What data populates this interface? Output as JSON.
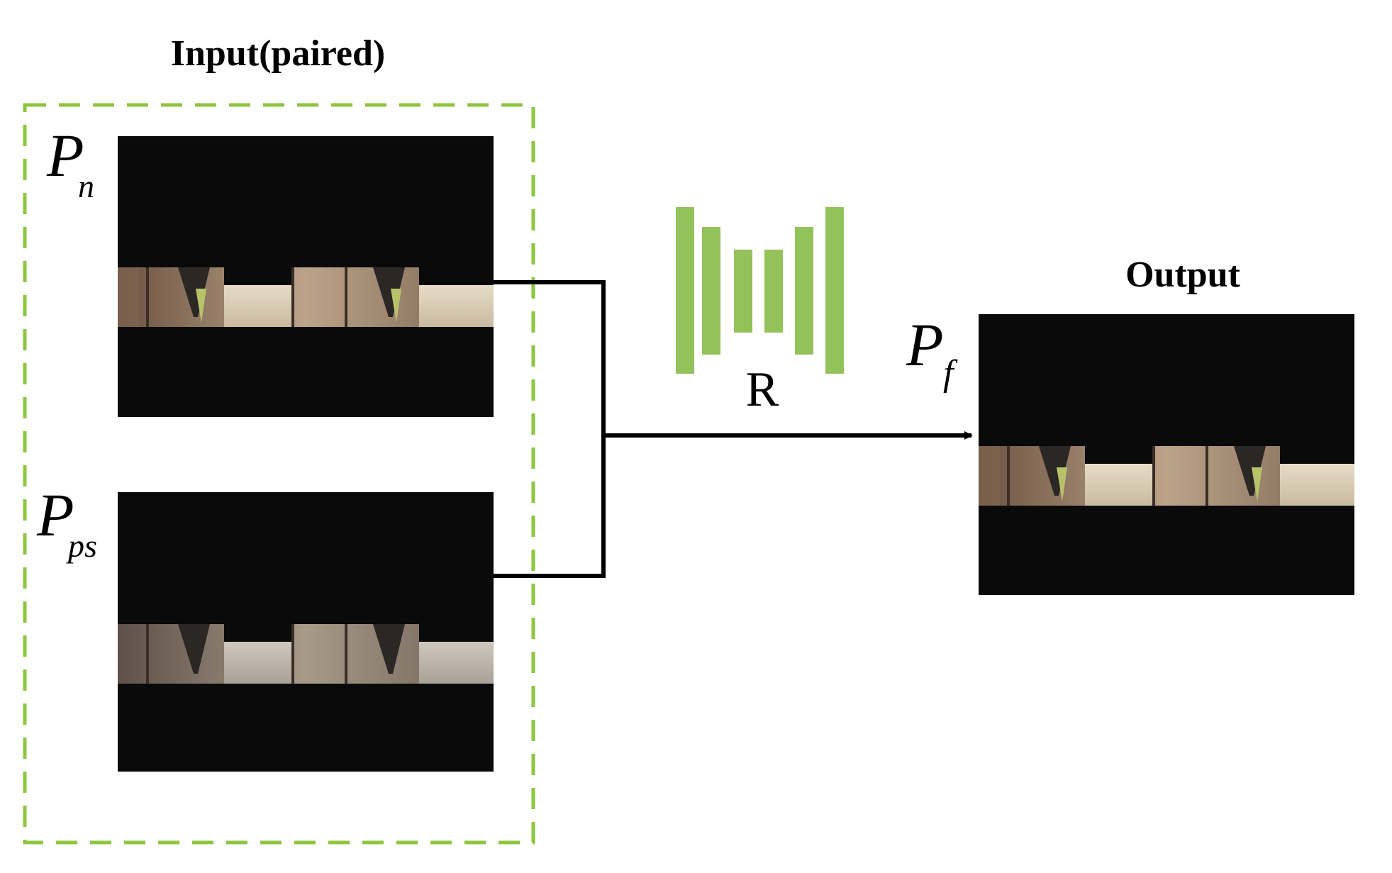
{
  "input_title": "Input(paired)",
  "output_title": "Output",
  "network_label": "R",
  "images": {
    "pn": {
      "symbol": "P",
      "subscript": "n"
    },
    "pps": {
      "symbol": "P",
      "subscript": "ps"
    },
    "pf": {
      "symbol": "P",
      "subscript": "f"
    }
  },
  "colors": {
    "dashed_box": "#8dc63f",
    "network_bars": "#93c15a",
    "image_background": "#0a0a0a",
    "arrow": "#000000"
  }
}
